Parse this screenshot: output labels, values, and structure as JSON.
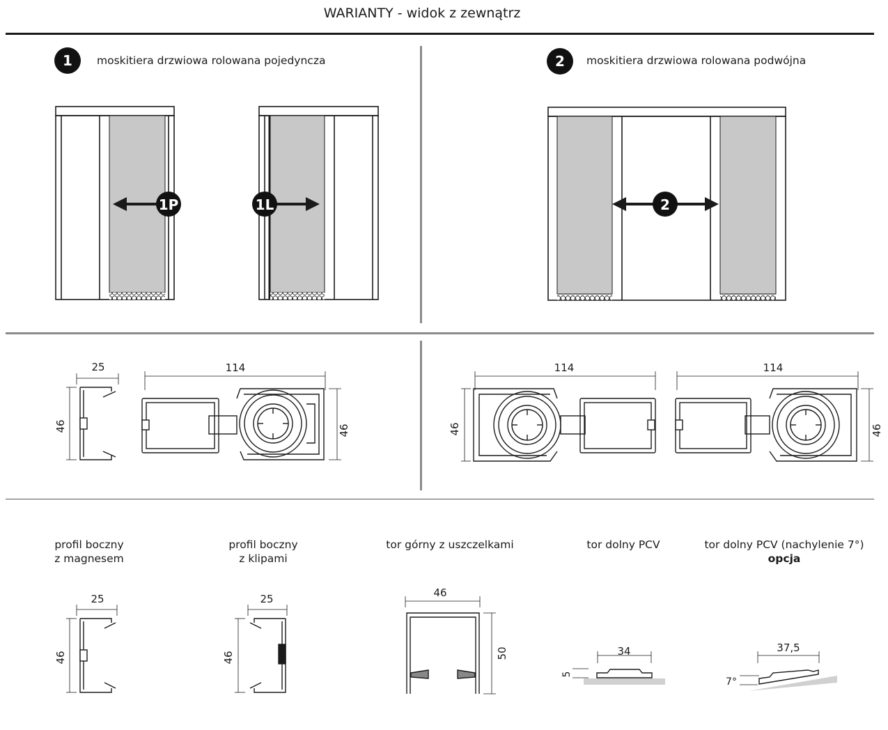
{
  "title": "WARIANTY - widok z zewnątrz",
  "variants": [
    {
      "number": "1",
      "label": "moskitiera drzwiowa rolowana pojedyncza"
    },
    {
      "number": "2",
      "label": "moskitiera drzwiowa rolowana podwójna"
    }
  ],
  "door_markers": {
    "right": "1P",
    "left": "1L",
    "double": "2"
  },
  "dimensions": {
    "profile_width": "25",
    "profile_height": "46",
    "cassette_width": "114",
    "cassette_height": "46",
    "top_track_width": "46",
    "top_track_height": "50",
    "bottom_track_width": "34",
    "bottom_track_height": "5",
    "bottom_track_7_width": "37,5",
    "bottom_track_7_angle": "7°"
  },
  "components": [
    {
      "line1": "profil boczny",
      "line2": "z magnesem"
    },
    {
      "line1": "profil boczny",
      "line2": "z klipami"
    },
    {
      "line1": "tor górny z uszczelkami",
      "line2": ""
    },
    {
      "line1": "tor dolny PCV",
      "line2": ""
    },
    {
      "line1": "tor dolny PCV (nachylenie 7°)",
      "line2": "opcja"
    }
  ],
  "colors": {
    "mesh": "#c8c8c8",
    "line": "#1a1a1a",
    "divider": "#8a8a8a"
  }
}
